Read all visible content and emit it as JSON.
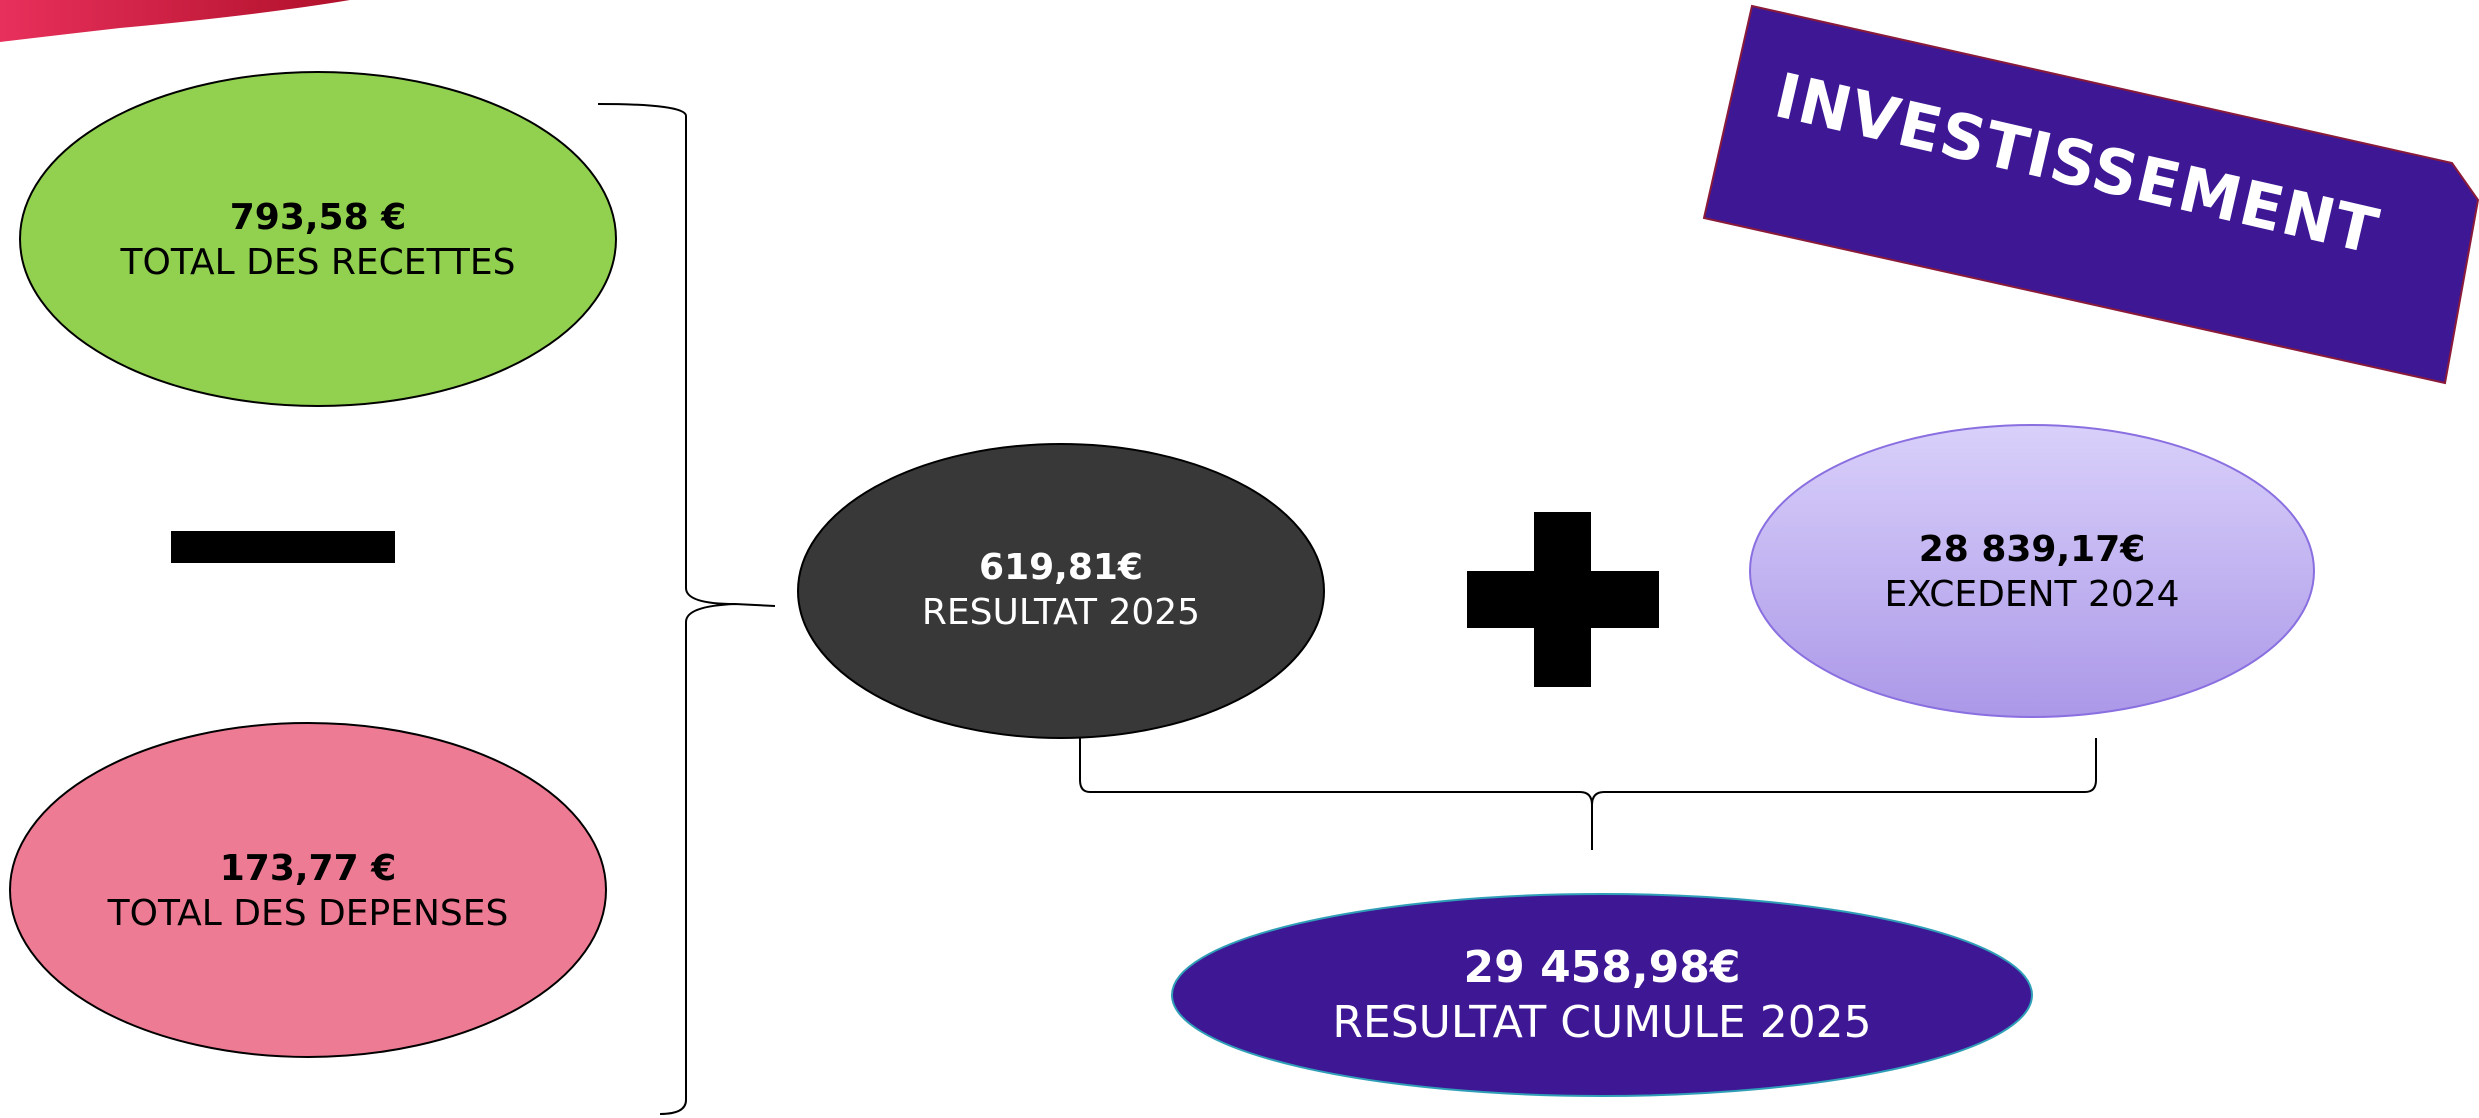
{
  "title_banner": {
    "text": "INVESTISSEMENT",
    "color": "#3d1794"
  },
  "recettes": {
    "value": "793,58 €",
    "label": "TOTAL DES RECETTES",
    "color": "#92d050"
  },
  "depenses": {
    "value": "173,77 €",
    "label": "TOTAL DES DEPENSES",
    "color": "#ee7b94"
  },
  "resultat": {
    "value": "619,81€",
    "label": "RESULTAT 2025",
    "color": "#383838"
  },
  "excedent": {
    "value": "28 839,17€",
    "label": "EXCEDENT 2024",
    "color_top": "#d9d0fa",
    "color_bottom": "#ab98e8"
  },
  "cumule": {
    "value": "29 458,98€",
    "label": "RESULTAT CUMULE 2025",
    "color": "#3d1794"
  },
  "operators": {
    "minus": "minus-icon",
    "plus": "plus-icon"
  }
}
